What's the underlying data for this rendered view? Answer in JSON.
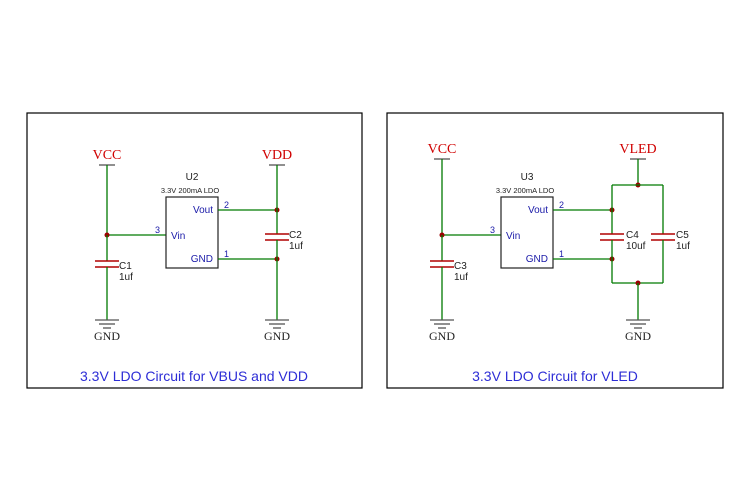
{
  "colors": {
    "wire": "#007a00",
    "component": "#b00000",
    "label_blue": "#1a1aa8",
    "power_label": "#d00000",
    "frame": "#000000",
    "title_blue": "#2d2dd6",
    "junction": "#9b0000",
    "text_dark": "#222222"
  },
  "left_panel": {
    "title": "3.3V LDO Circuit for VBUS and VDD",
    "vin_power": "VCC",
    "vout_power": "VDD",
    "gnd_left": "GND",
    "gnd_right": "GND",
    "regulator": {
      "designator": "U2",
      "value": "3.3V 200mA LDO",
      "pin_vin": "Vin",
      "pin_vout": "Vout",
      "pin_gnd": "GND",
      "pin_vin_num": "3",
      "pin_vout_num": "2",
      "pin_gnd_num": "1"
    },
    "c_in": {
      "designator": "C1",
      "value": "1uf"
    },
    "c_out": {
      "designator": "C2",
      "value": "1uf"
    }
  },
  "right_panel": {
    "title": "3.3V LDO Circuit for VLED",
    "vin_power": "VCC",
    "vout_power": "VLED",
    "gnd_left": "GND",
    "gnd_right": "GND",
    "regulator": {
      "designator": "U3",
      "value": "3.3V 200mA LDO",
      "pin_vin": "Vin",
      "pin_vout": "Vout",
      "pin_gnd": "GND",
      "pin_vin_num": "3",
      "pin_vout_num": "2",
      "pin_gnd_num": "1"
    },
    "c_in": {
      "designator": "C3",
      "value": "1uf"
    },
    "c_out_a": {
      "designator": "C4",
      "value": "10uf"
    },
    "c_out_b": {
      "designator": "C5",
      "value": "1uf"
    }
  }
}
